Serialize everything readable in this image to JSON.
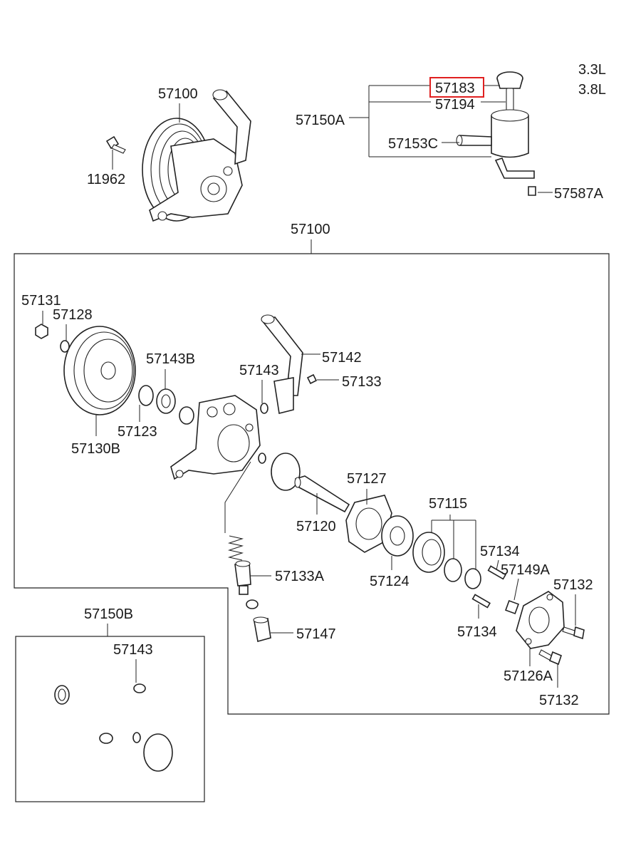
{
  "engine_variants": [
    "3.3L",
    "3.8L"
  ],
  "highlight_color": "#e02020",
  "line_color": "#222222",
  "labels": {
    "p57100_top": "57100",
    "p11962": "11962",
    "p57150A": "57150A",
    "p57183": "57183",
    "p57194": "57194",
    "p57153C": "57153C",
    "p57587A": "57587A",
    "p57100_box": "57100",
    "p57131": "57131",
    "p57128": "57128",
    "p57143B": "57143B",
    "p57123": "57123",
    "p57130B": "57130B",
    "p57143_main": "57143",
    "p57142": "57142",
    "p57133": "57133",
    "p57127": "57127",
    "p57120": "57120",
    "p57115": "57115",
    "p57124": "57124",
    "p57134_top": "57134",
    "p57149A": "57149A",
    "p57132_top": "57132",
    "p57133A": "57133A",
    "p57134_bottom": "57134",
    "p57147": "57147",
    "p57126A": "57126A",
    "p57132_bottom": "57132",
    "p57150B": "57150B",
    "p57143_kit": "57143"
  },
  "highlighted_part": "57183"
}
